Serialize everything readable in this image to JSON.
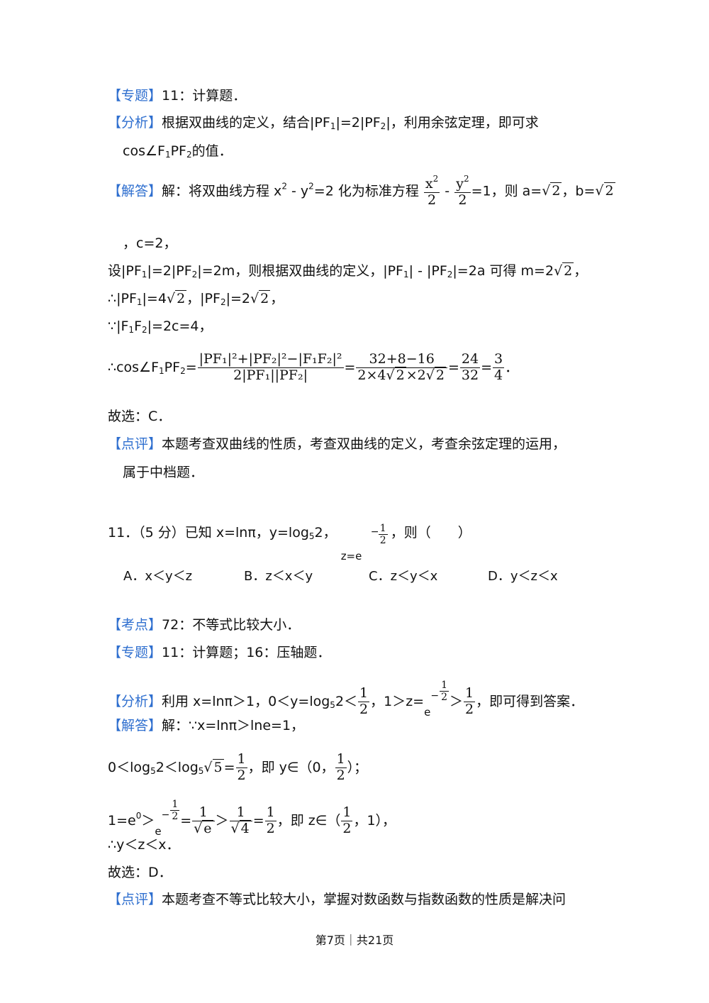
{
  "q10_tail": {
    "special_tag": "【专题】",
    "special_text": "11：计算题．",
    "analysis_tag": "【分析】",
    "analysis_text_1": "根据双曲线的定义，结合",
    "analysis_pf1": "|PF",
    "analysis_eq": "|=2|PF",
    "analysis_text_2": "|，利用余弦定理，即可求",
    "analysis_cont": "cos∠F",
    "analysis_cont_2": "PF",
    "analysis_cont_3": "的值．",
    "solution_tag": "【解答】",
    "solution_text_1": "解：将双曲线方程 x",
    "solution_text_2": " - y",
    "solution_text_3": "=2 化为标准方程",
    "solution_eq1": "=1，则 a=",
    "solution_b": "，b=",
    "solution_c": "，c=2，",
    "let_line": "设|PF",
    "let_line_2": "|=2|PF",
    "let_line_3": "|=2m，则根据双曲线的定义，|PF",
    "let_line_4": "| - |PF",
    "let_line_5": "|=2a 可得 m=2",
    "therefore_1": "∴|PF",
    "therefore_1b": "|=4",
    "therefore_1c": "，|PF",
    "therefore_1d": "|=2",
    "because_1": "∵|F",
    "because_1b": "F",
    "because_1c": "|=2c=4，",
    "cos_prefix": "∴cos∠F",
    "cos_prefix_2": "PF",
    "cos_num": "|PF₁|²+|PF₂|²−|F₁F₂|²",
    "cos_den": "2|PF₁||PF₂|",
    "cos_num2": "32+8−16",
    "cos_den2a": "2×4",
    "cos_den2b": "×2",
    "cos_n3": "24",
    "cos_d3": "32",
    "cos_n4": "3",
    "cos_d4": "4",
    "choose": "故选：C．",
    "comment_tag": "【点评】",
    "comment_text": "本题考查双曲线的性质，考查双曲线的定义，考查余弦定理的运用，",
    "comment_cont": "属于中档题．"
  },
  "q11": {
    "stem_1": "11．（5 分）已知 x=lnπ，y=log",
    "stem_2": "2，",
    "stem_z": "z=e",
    "stem_3": "，则（　　）",
    "options": [
      "A．x＜y＜z",
      "B．z＜x＜y",
      "C．z＜y＜x",
      "D．y＜z＜x"
    ],
    "kaodian_tag": "【考点】",
    "kaodian_text": "72：不等式比较大小．",
    "special_tag": "【专题】",
    "special_text": "11：计算题；16：压轴题．",
    "analysis_tag": "【分析】",
    "analysis_text_1": "利用 x=lnπ＞1，0＜y=log",
    "analysis_text_2": "2＜",
    "analysis_text_3": "，1＞z=",
    "analysis_text_4": "＞",
    "analysis_text_5": "，即可得到答案．",
    "solution_tag": "【解答】",
    "solution_text": "解：∵x=lnπ＞lne=1，",
    "line2_a": "0＜log",
    "line2_b": "2＜log",
    "line2_c": "=",
    "line2_d": "，即 y∈（0，",
    "line2_e": "）；",
    "line3_a": "1=e",
    "line3_b": "＞",
    "line3_c": "=",
    "line3_d": "＞",
    "line3_e": "=",
    "line3_f": "，即 z∈（",
    "line3_g": "，1），",
    "therefore": "∴y＜z＜x．",
    "choose": "故选：D．",
    "comment_tag": "【点评】",
    "comment_text": "本题考查不等式比较大小，掌握对数函数与指数函数的性质是解决问"
  },
  "math": {
    "one": "1",
    "two": "2",
    "five": "5",
    "zero": "0",
    "four": "4",
    "e": "e",
    "x": "x",
    "y": "y",
    "neg": "−",
    "minus": "-",
    "comma": "，",
    "dot": "．",
    "sqrt": "√"
  },
  "footer": "第7页｜共21页",
  "colors": {
    "tag": "#2f6fcf",
    "text": "#111111"
  }
}
